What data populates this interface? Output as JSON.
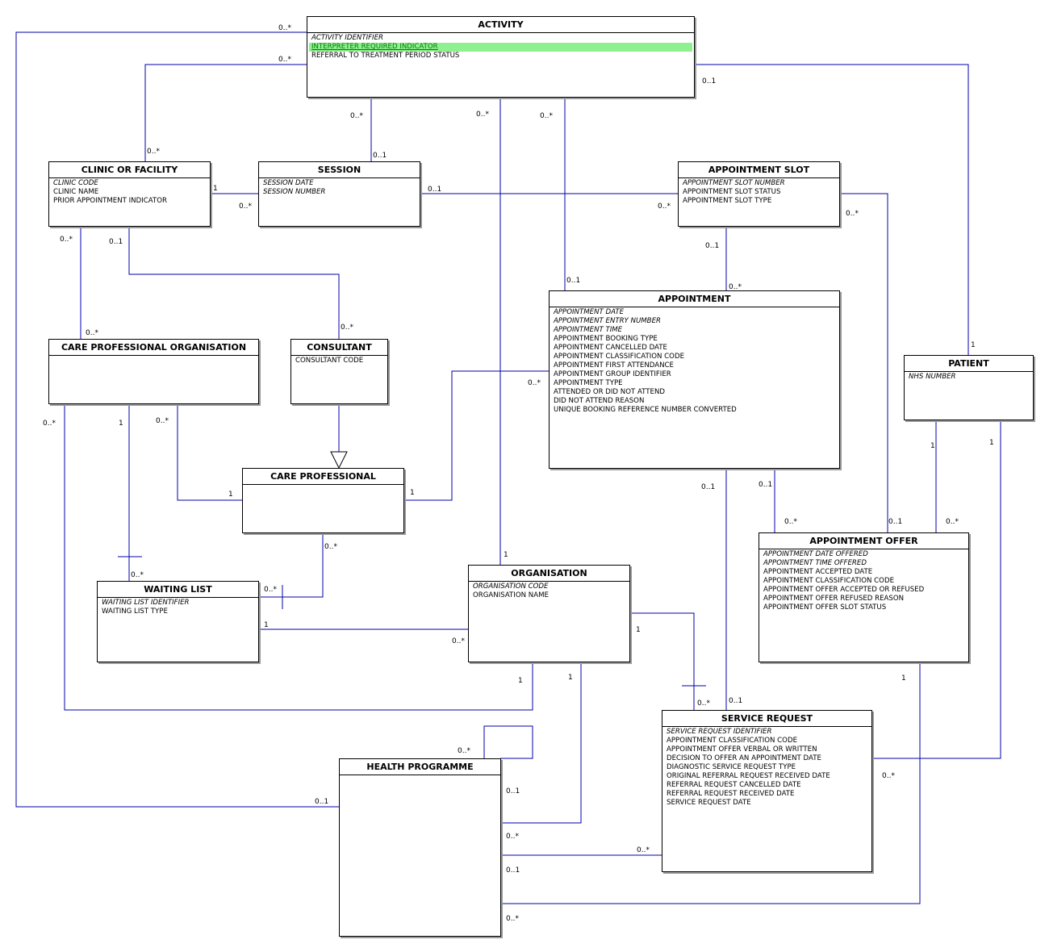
{
  "colors": {
    "connector": "#0000aa",
    "highlight": "#8ff08f",
    "highlight_text": "#007a00",
    "shadow": "#9a9a9a"
  },
  "entities": {
    "activity": {
      "title": "ACTIVITY",
      "attributes": [
        {
          "text": "ACTIVITY IDENTIFIER",
          "key": true
        },
        {
          "text": "INTERPRETER REQUIRED INDICATOR",
          "highlight": true
        },
        {
          "text": "REFERRAL TO TREATMENT PERIOD STATUS"
        }
      ]
    },
    "clinic": {
      "title": "CLINIC OR FACILITY",
      "attributes": [
        {
          "text": "CLINIC CODE",
          "key": true
        },
        {
          "text": "CLINIC NAME"
        },
        {
          "text": "PRIOR APPOINTMENT INDICATOR"
        }
      ]
    },
    "session": {
      "title": "SESSION",
      "attributes": [
        {
          "text": "SESSION DATE",
          "key": true
        },
        {
          "text": "SESSION NUMBER",
          "key": true
        }
      ]
    },
    "slot": {
      "title": "APPOINTMENT SLOT",
      "attributes": [
        {
          "text": "APPOINTMENT SLOT NUMBER",
          "key": true
        },
        {
          "text": "APPOINTMENT SLOT STATUS"
        },
        {
          "text": "APPOINTMENT SLOT TYPE"
        }
      ]
    },
    "appointment": {
      "title": "APPOINTMENT",
      "attributes": [
        {
          "text": "APPOINTMENT DATE",
          "key": true
        },
        {
          "text": "APPOINTMENT ENTRY NUMBER",
          "key": true
        },
        {
          "text": "APPOINTMENT TIME",
          "key": true
        },
        {
          "text": "APPOINTMENT BOOKING TYPE"
        },
        {
          "text": "APPOINTMENT CANCELLED DATE"
        },
        {
          "text": "APPOINTMENT CLASSIFICATION CODE"
        },
        {
          "text": "APPOINTMENT FIRST ATTENDANCE"
        },
        {
          "text": "APPOINTMENT GROUP IDENTIFIER"
        },
        {
          "text": "APPOINTMENT TYPE"
        },
        {
          "text": "ATTENDED OR DID NOT ATTEND"
        },
        {
          "text": "DID NOT ATTEND REASON"
        },
        {
          "text": "UNIQUE BOOKING REFERENCE NUMBER CONVERTED"
        }
      ]
    },
    "patient": {
      "title": "PATIENT",
      "attributes": [
        {
          "text": "NHS NUMBER",
          "key": true
        }
      ]
    },
    "cpo": {
      "title": "CARE PROFESSIONAL ORGANISATION",
      "attributes": []
    },
    "consultant": {
      "title": "CONSULTANT",
      "attributes": [
        {
          "text": "CONSULTANT CODE"
        }
      ]
    },
    "care_professional": {
      "title": "CARE PROFESSIONAL",
      "attributes": []
    },
    "waiting_list": {
      "title": "WAITING LIST",
      "attributes": [
        {
          "text": "WAITING LIST IDENTIFIER",
          "key": true
        },
        {
          "text": "WAITING LIST TYPE"
        }
      ]
    },
    "organisation": {
      "title": "ORGANISATION",
      "attributes": [
        {
          "text": "ORGANISATION CODE",
          "key": true
        },
        {
          "text": "ORGANISATION NAME"
        }
      ]
    },
    "offer": {
      "title": "APPOINTMENT OFFER",
      "attributes": [
        {
          "text": "APPOINTMENT DATE OFFERED",
          "key": true
        },
        {
          "text": "APPOINTMENT TIME OFFERED",
          "key": true
        },
        {
          "text": "APPOINTMENT ACCEPTED  DATE"
        },
        {
          "text": "APPOINTMENT CLASSIFICATION CODE"
        },
        {
          "text": "APPOINTMENT OFFER ACCEPTED OR REFUSED"
        },
        {
          "text": "APPOINTMENT OFFER REFUSED REASON"
        },
        {
          "text": "APPOINTMENT OFFER SLOT STATUS"
        }
      ]
    },
    "health_programme": {
      "title": "HEALTH PROGRAMME",
      "attributes": []
    },
    "service_request": {
      "title": "SERVICE REQUEST",
      "attributes": [
        {
          "text": "SERVICE REQUEST IDENTIFIER",
          "key": true
        },
        {
          "text": "APPOINTMENT CLASSIFICATION CODE"
        },
        {
          "text": "APPOINTMENT OFFER VERBAL OR WRITTEN"
        },
        {
          "text": "DECISION TO OFFER AN APPOINTMENT DATE"
        },
        {
          "text": "DIAGNOSTIC SERVICE REQUEST TYPE"
        },
        {
          "text": "ORIGINAL REFERRAL REQUEST RECEIVED DATE"
        },
        {
          "text": "REFERRAL REQUEST CANCELLED DATE"
        },
        {
          "text": "REFERRAL REQUEST RECEIVED DATE"
        },
        {
          "text": "SERVICE REQUEST DATE"
        }
      ]
    }
  },
  "multiplicities": [
    "0..*",
    "0..*",
    "0..*",
    "0..*",
    "0..*",
    "0..1",
    "0..*",
    "0..1",
    "0..1",
    "1",
    "0..*",
    "0..*",
    "1",
    "0..*",
    "0..1",
    "0..*",
    "0..1",
    "0..*",
    "0..*",
    "0..1",
    "0..*",
    "0..*",
    "1",
    "0..*",
    "1",
    "0..*",
    "1",
    "0..*",
    "0..*",
    "0..*",
    "1",
    "0..*",
    "1",
    "1",
    "1",
    "1",
    "0..*",
    "0..1",
    "0..*",
    "0..*",
    "0..1",
    "0..*",
    "0..1",
    "0..1",
    "0..*",
    "1",
    "1",
    "0..1",
    "0..*",
    "0..1",
    "1",
    "0..*",
    "0..1",
    "0..*",
    "0..*",
    "0..1",
    "0..1",
    "0..1",
    "0..*",
    "0..*"
  ]
}
